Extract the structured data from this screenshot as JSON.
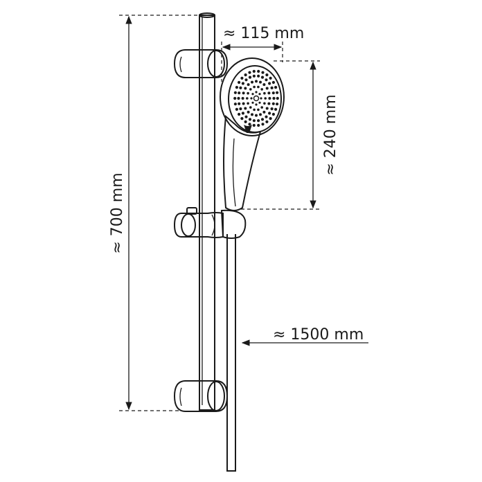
{
  "dimensions": {
    "height_rail": "≈ 700 mm",
    "head_width": "≈ 115 mm",
    "head_length": "≈ 240 mm",
    "hose_length": "≈ 1500 mm"
  },
  "colors": {
    "ink": "#1a1a1a",
    "background": "#ffffff"
  }
}
